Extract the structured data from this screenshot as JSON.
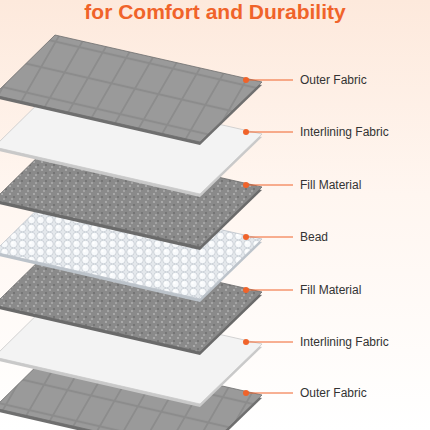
{
  "diagram": {
    "title": "for Comfort and Durability",
    "labels": [
      "Outer Fabric",
      "Interlining Fabric",
      "Fill Material",
      "Bead",
      "Fill Material",
      "Interlining Fabric",
      "Outer Fabric"
    ]
  }
}
